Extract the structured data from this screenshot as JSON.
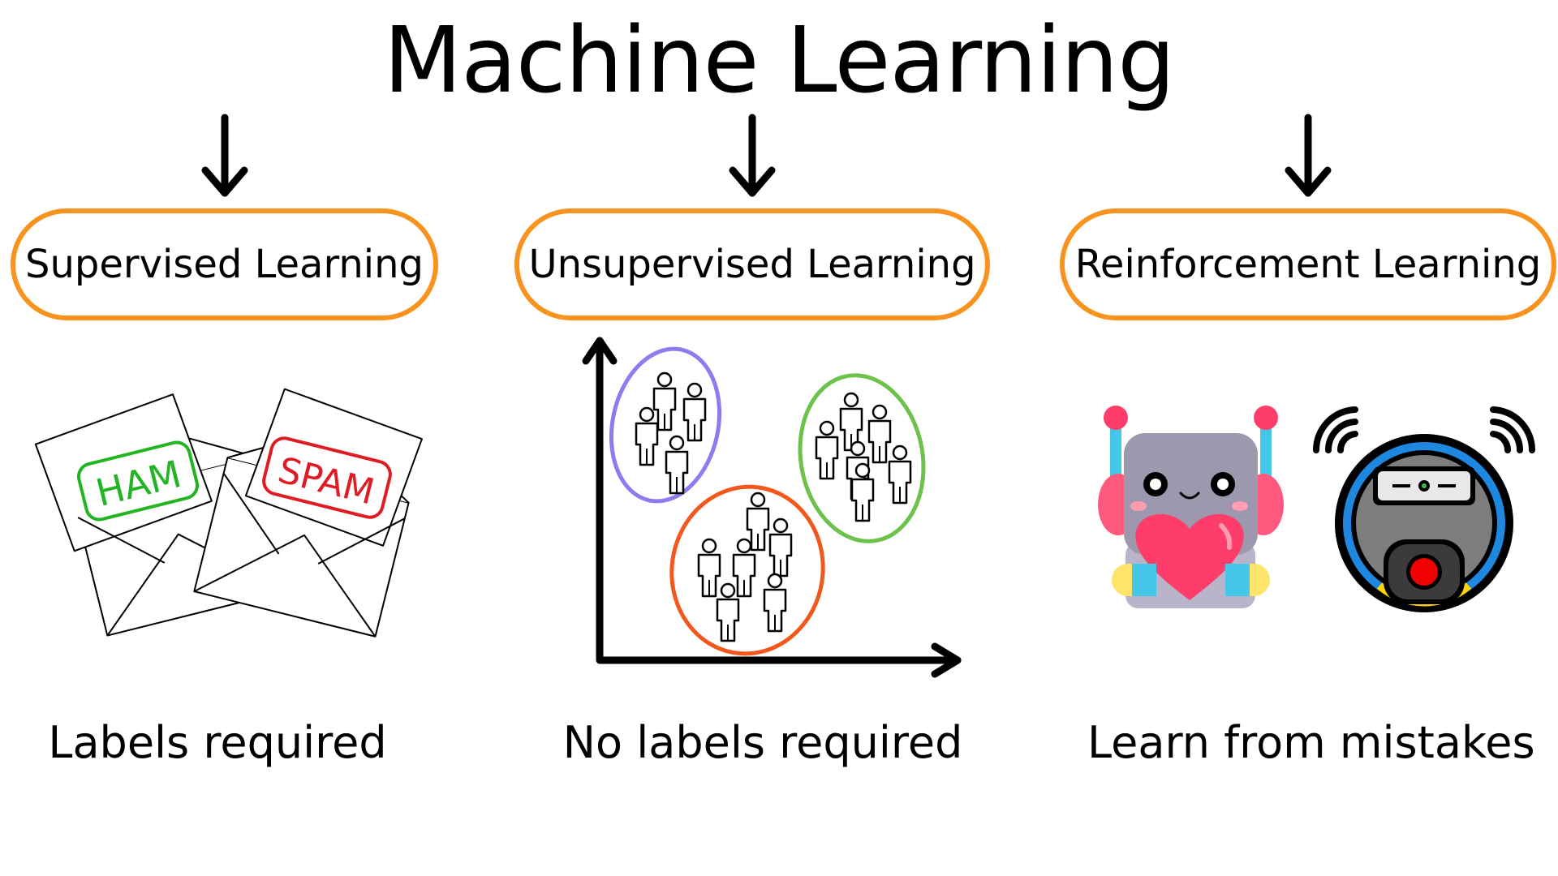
{
  "title": "Machine Learning",
  "categories": [
    {
      "label": "Supervised Learning",
      "caption": "Labels required"
    },
    {
      "label": "Unsupervised Learning",
      "caption": "No labels required"
    },
    {
      "label": "Reinforcement Learning",
      "caption": "Learn from mistakes"
    }
  ],
  "envelopes": {
    "ham": "HAM",
    "spam": "SPAM"
  },
  "colors": {
    "box_border": "#f7931e",
    "ham": "#22b422",
    "spam": "#e01b24",
    "cluster_purple": "#8b7cf0",
    "cluster_green": "#6cc24a",
    "cluster_orange": "#f2581e"
  },
  "icons": [
    "arrow-down-icon",
    "envelope-icon",
    "person-icon",
    "robot-icon",
    "robot-vacuum-icon",
    "wifi-signal-icon"
  ]
}
